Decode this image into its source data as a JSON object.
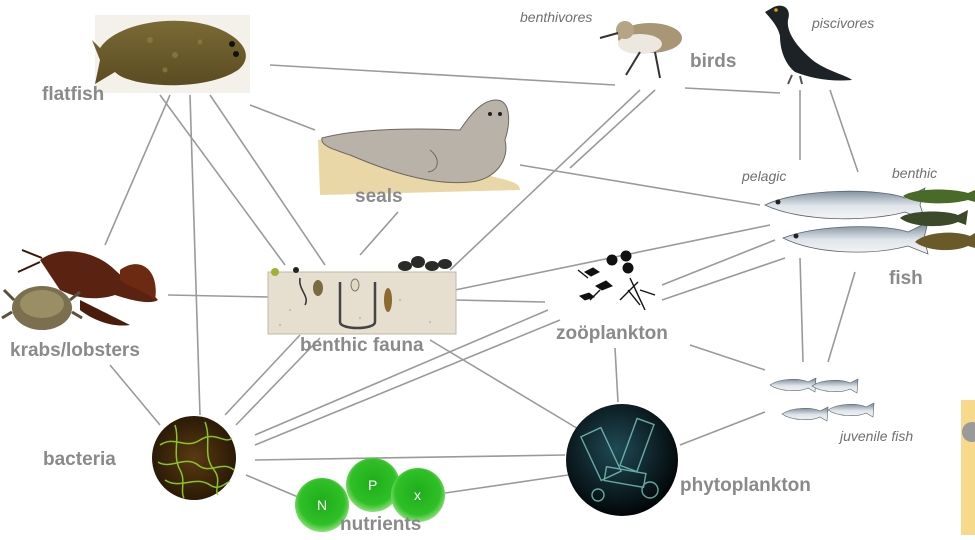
{
  "nodes": {
    "flatfish": "flatfish",
    "seals": "seals",
    "birds": "birds",
    "benthivores": "benthivores",
    "piscivores": "piscivores",
    "pelagic": "pelagic",
    "benthic": "benthic",
    "fish": "fish",
    "krabs_lobsters": "krabs/lobsters",
    "benthic_fauna": "benthic fauna",
    "zooplankton": "zoöplankton",
    "juvenile_fish": "juvenile fish",
    "bacteria": "bacteria",
    "phytoplankton": "phytoplankton",
    "nutrients": "nutrients",
    "nutrient_bubbles": [
      "N",
      "P",
      "x"
    ]
  },
  "colors": {
    "label": "#8a8a8a",
    "link": "#9a9a9a",
    "nutrient_green": "#3fc832",
    "bacteria_green": "#8fd62a"
  }
}
